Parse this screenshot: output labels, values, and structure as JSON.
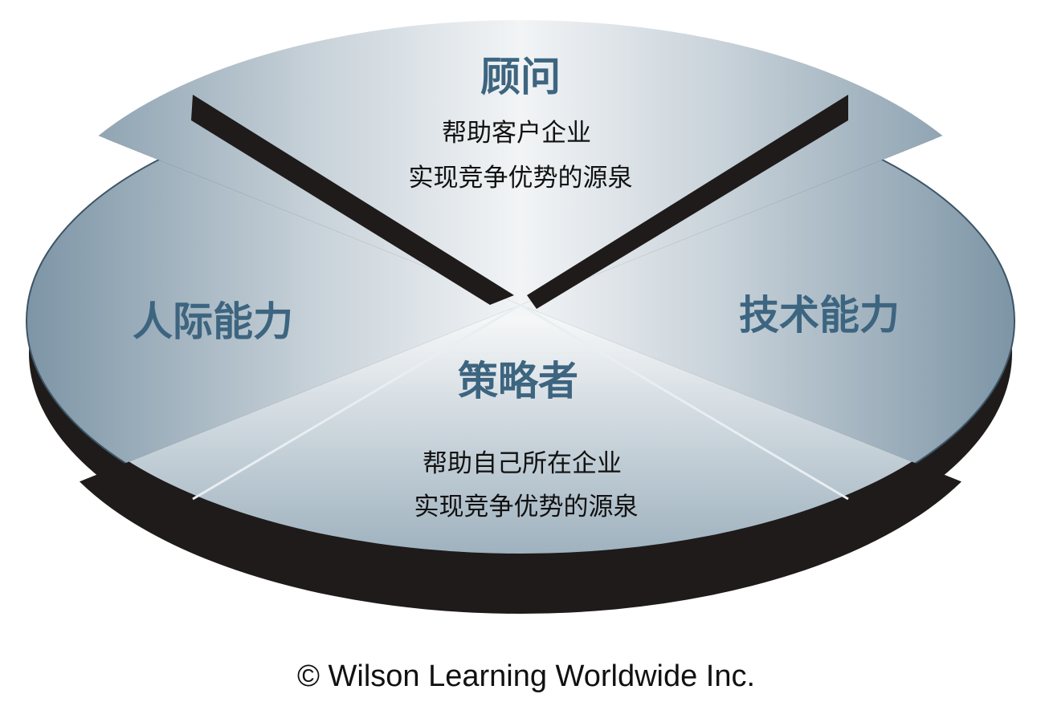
{
  "diagram": {
    "top": {
      "title": "顾问",
      "line1": "帮助客户企业",
      "line2": "实现竞争优势的源泉"
    },
    "left": {
      "title": "人际能力"
    },
    "right": {
      "title": "技术能力"
    },
    "bottom": {
      "title": "策略者",
      "line1": "帮助自己所在企业",
      "line2": "实现竞争优势的源泉"
    },
    "colors": {
      "title": "#3d6580",
      "rim": "#1e1b1a",
      "metal_light": "#eef1f3",
      "metal_dark": "#7e97a8"
    }
  },
  "footer": {
    "copyright": "© Wilson Learning Worldwide Inc."
  }
}
